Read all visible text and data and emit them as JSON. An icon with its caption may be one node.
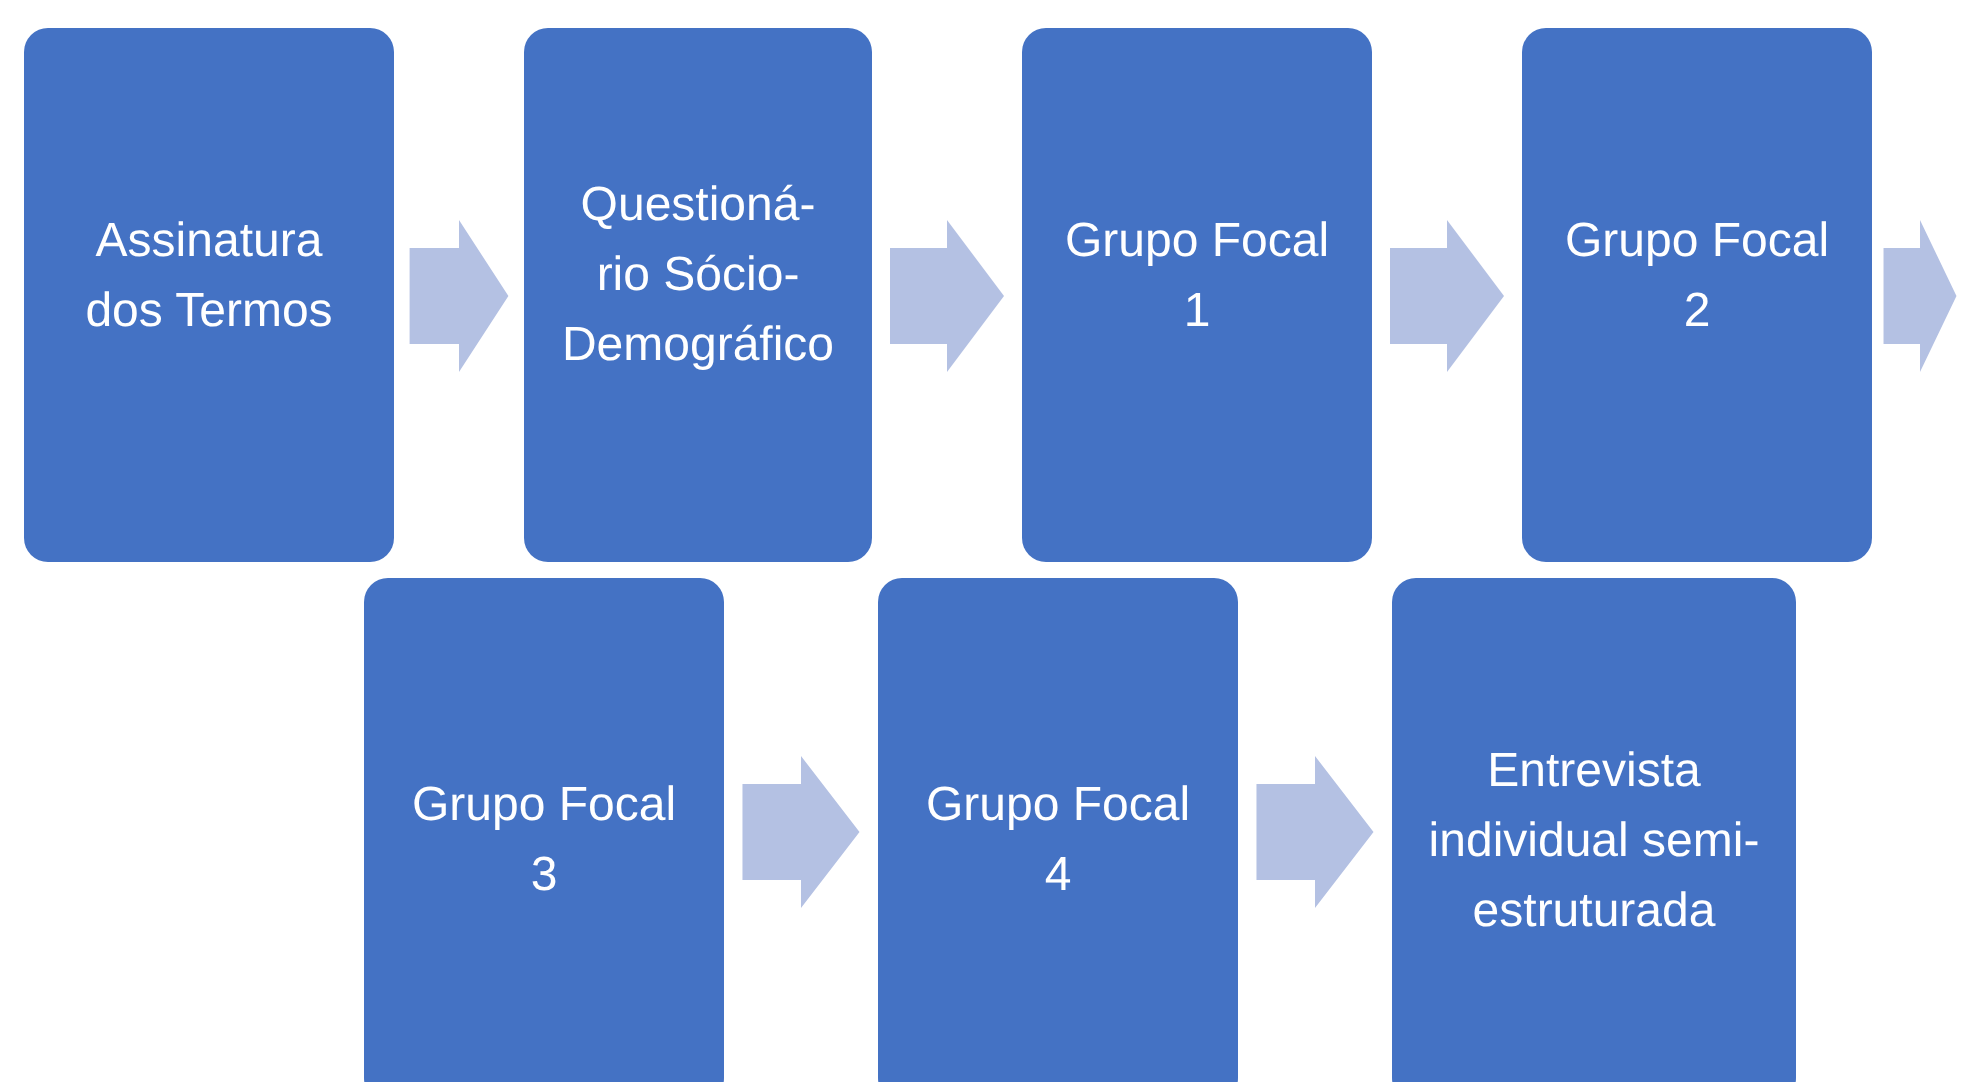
{
  "diagram": {
    "nodes": [
      {
        "text": [
          "Assinatura dos Termos"
        ]
      },
      {
        "text": [
          "Questioná-rio Sócio-Demográfico"
        ]
      },
      {
        "text": [
          "Grupo Focal 1"
        ]
      },
      {
        "text": [
          "Grupo Focal 2"
        ]
      },
      {
        "text": [
          "Grupo Focal 3"
        ]
      },
      {
        "text": [
          "Grupo Focal 4"
        ]
      },
      {
        "text": [
          "Entrevista individual semi-estruturada"
        ]
      }
    ],
    "edges": [
      {
        "from": 0,
        "to": 1,
        "arrow": "to"
      },
      {
        "from": 1,
        "to": 2,
        "arrow": "to"
      },
      {
        "from": 2,
        "to": 3,
        "arrow": "to"
      },
      {
        "from": 3,
        "to": null,
        "arrow": "to"
      },
      {
        "from": 4,
        "to": 5,
        "arrow": "to"
      },
      {
        "from": 5,
        "to": 6,
        "arrow": "to"
      }
    ]
  }
}
